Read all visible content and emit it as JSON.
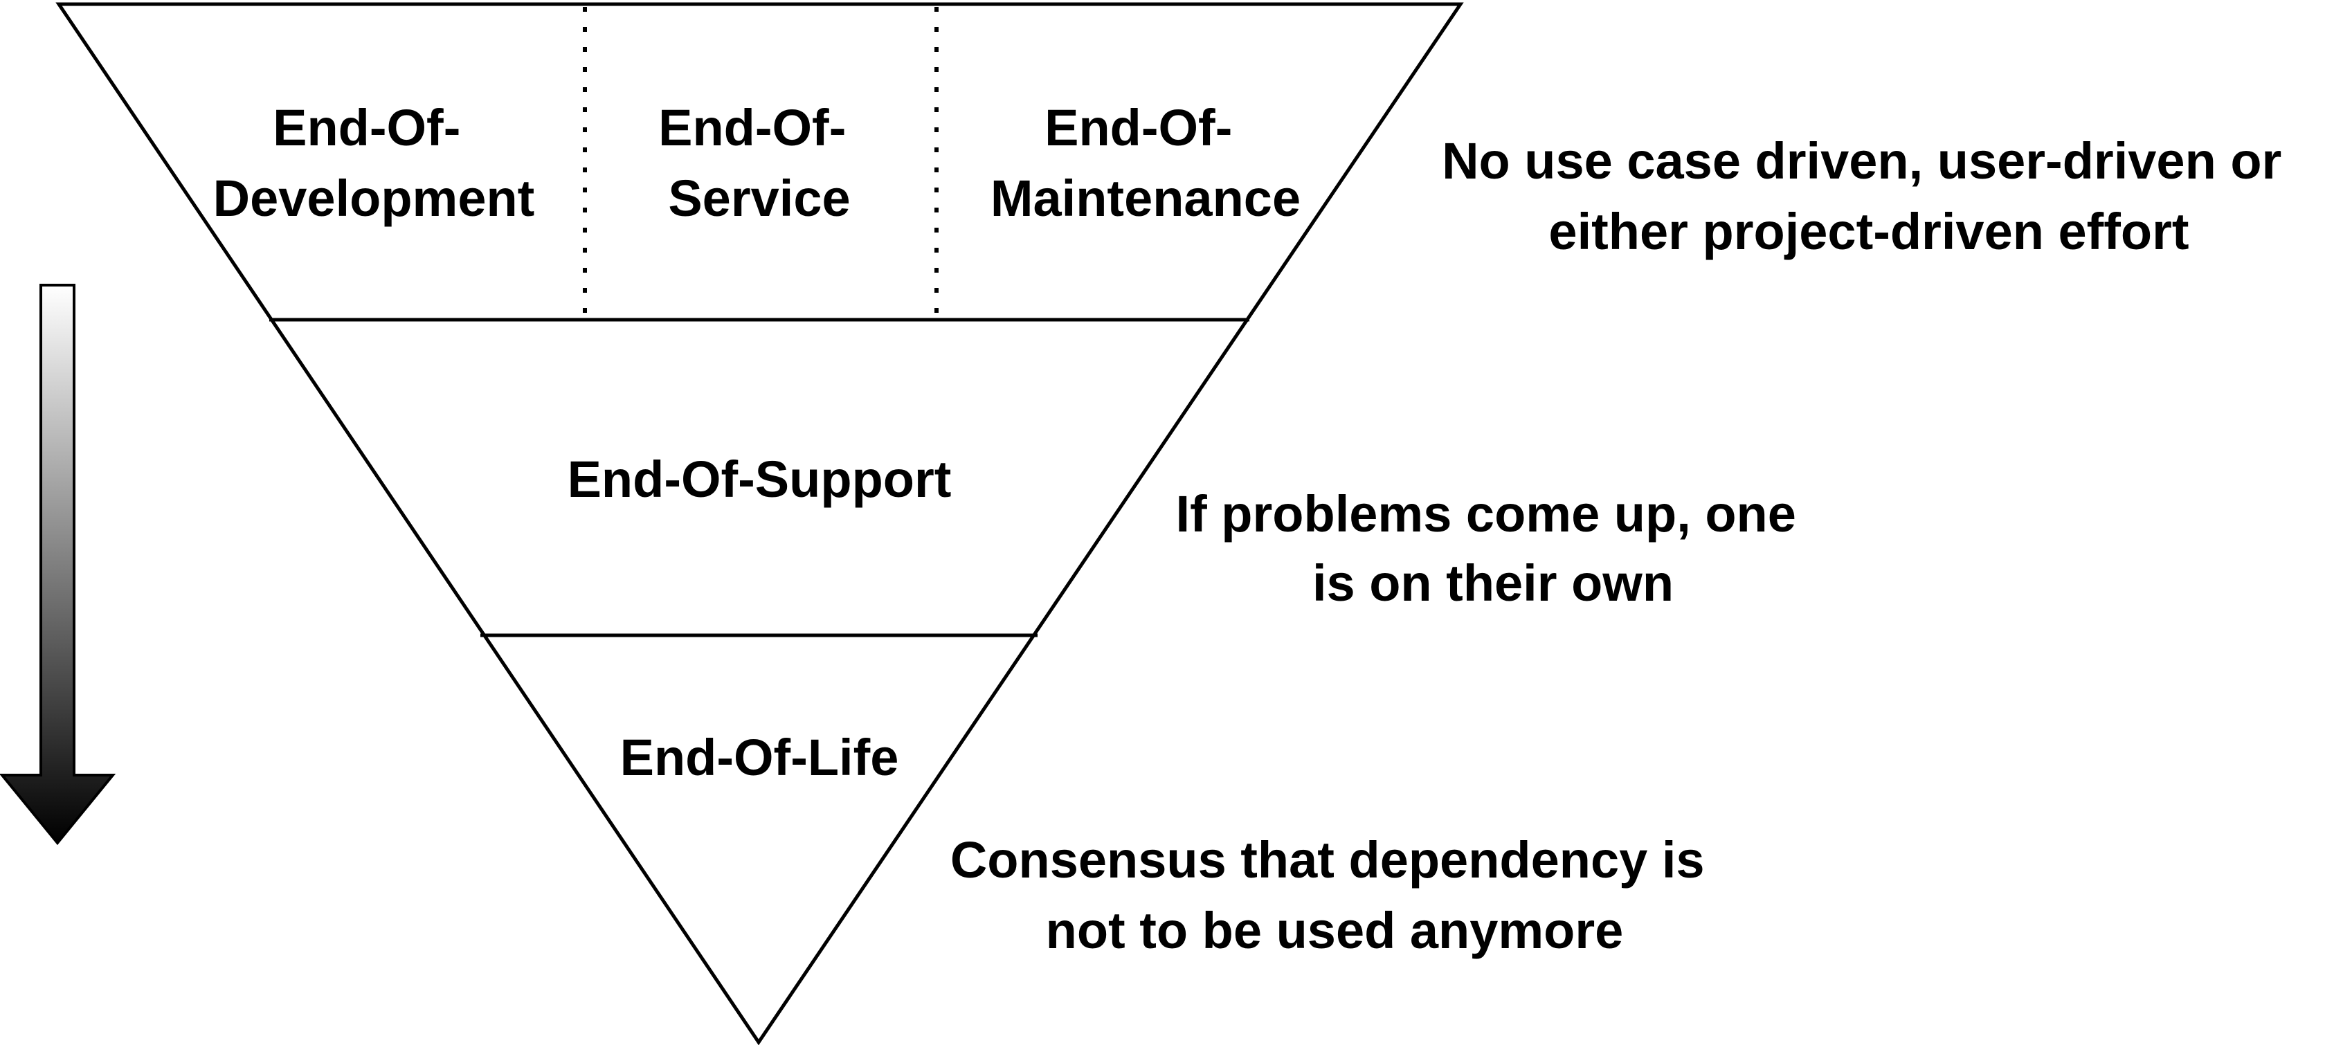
{
  "colors": {
    "stroke": "#000000",
    "background": "#ffffff",
    "arrow_gradient_top": "#ffffff",
    "arrow_gradient_bottom": "#000000"
  },
  "funnel": {
    "top_tier": {
      "development_line1": "End-Of-",
      "development_line2": "Development",
      "service_line1": "End-Of-",
      "service_line2": "Service",
      "maintenance_line1": "End-Of-",
      "maintenance_line2": "Maintenance"
    },
    "middle_tier": {
      "label": "End-Of-Support"
    },
    "bottom_tier": {
      "label": "End-Of-Life"
    }
  },
  "descriptions": {
    "top": {
      "line1": "No use case driven, user-driven or",
      "line2": "either project-driven effort"
    },
    "middle": {
      "line1": "If problems come up, one",
      "line2": "is on their own"
    },
    "bottom": {
      "line1": "Consensus that dependency is",
      "line2": "not to be used anymore"
    }
  },
  "side_arrow": {
    "icon": "down-arrow-gradient-icon"
  }
}
